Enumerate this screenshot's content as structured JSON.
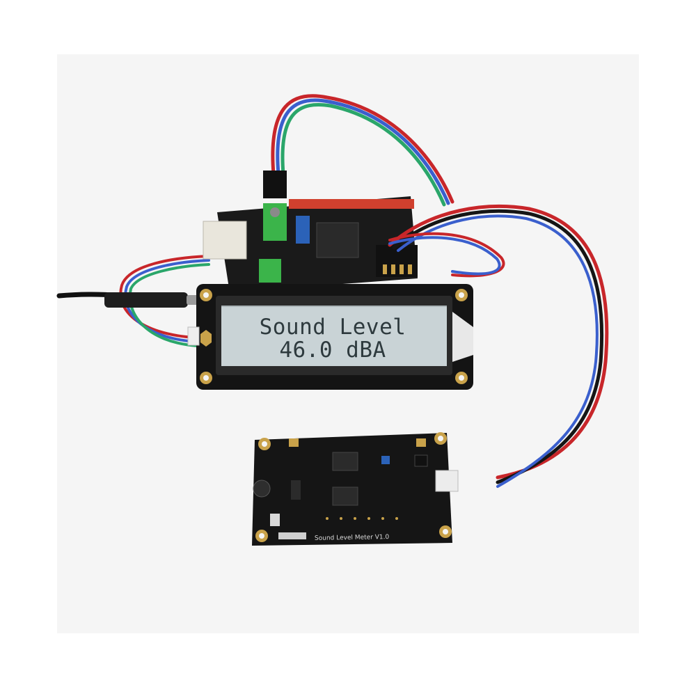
{
  "lcd": {
    "line1": "Sound Level",
    "line2": "46.0 dBA"
  },
  "board_label": "Sound Level Meter V1.0",
  "colors": {
    "background": "#ffffff",
    "backdrop": "#f4f4f4",
    "pcb": "#1c1c1c",
    "lcd_screen": "#c9d3d6",
    "lcd_text": "#2e3a3e",
    "terminal_green": "#3bb44a",
    "header_red": "#d0402e",
    "wire_red": "#c8262a",
    "wire_blue": "#3a5fcd",
    "wire_green": "#2aa66a",
    "wire_black": "#151515"
  }
}
